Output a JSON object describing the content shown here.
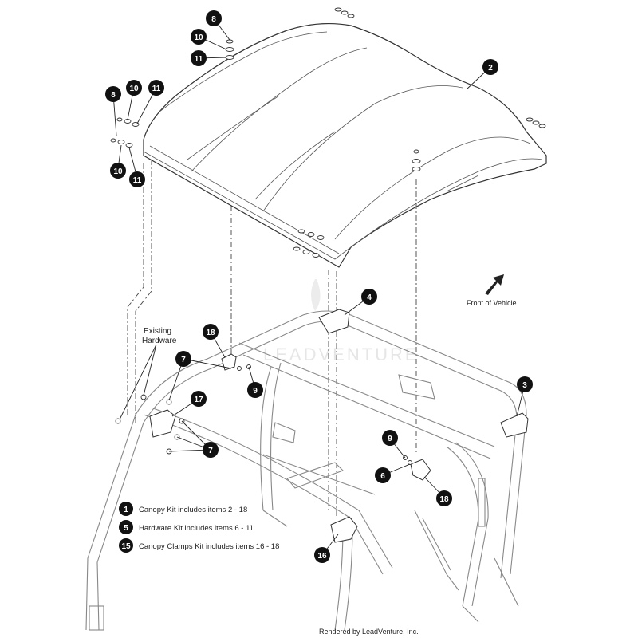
{
  "callouts": [
    {
      "n": "8"
    },
    {
      "n": "10"
    },
    {
      "n": "11"
    },
    {
      "n": "2"
    },
    {
      "n": "8"
    },
    {
      "n": "10"
    },
    {
      "n": "11"
    },
    {
      "n": "10"
    },
    {
      "n": "11"
    },
    {
      "n": "4"
    },
    {
      "n": "18"
    },
    {
      "n": "7"
    },
    {
      "n": "9"
    },
    {
      "n": "17"
    },
    {
      "n": "7"
    },
    {
      "n": "3"
    },
    {
      "n": "9"
    },
    {
      "n": "6"
    },
    {
      "n": "18"
    },
    {
      "n": "16"
    }
  ],
  "labels": {
    "existing_hardware_1": "Existing",
    "existing_hardware_2": "Hardware",
    "front_of_vehicle": "Front of Vehicle",
    "watermark": "LEADVENTURE",
    "credit": "Rendered by LeadVenture, Inc."
  },
  "legend": [
    {
      "n": "1",
      "text": "Canopy Kit includes items 2 - 18"
    },
    {
      "n": "5",
      "text": "Hardware Kit includes items 6 - 11"
    },
    {
      "n": "15",
      "text": "Canopy Clamps Kit includes items 16 - 18"
    }
  ]
}
